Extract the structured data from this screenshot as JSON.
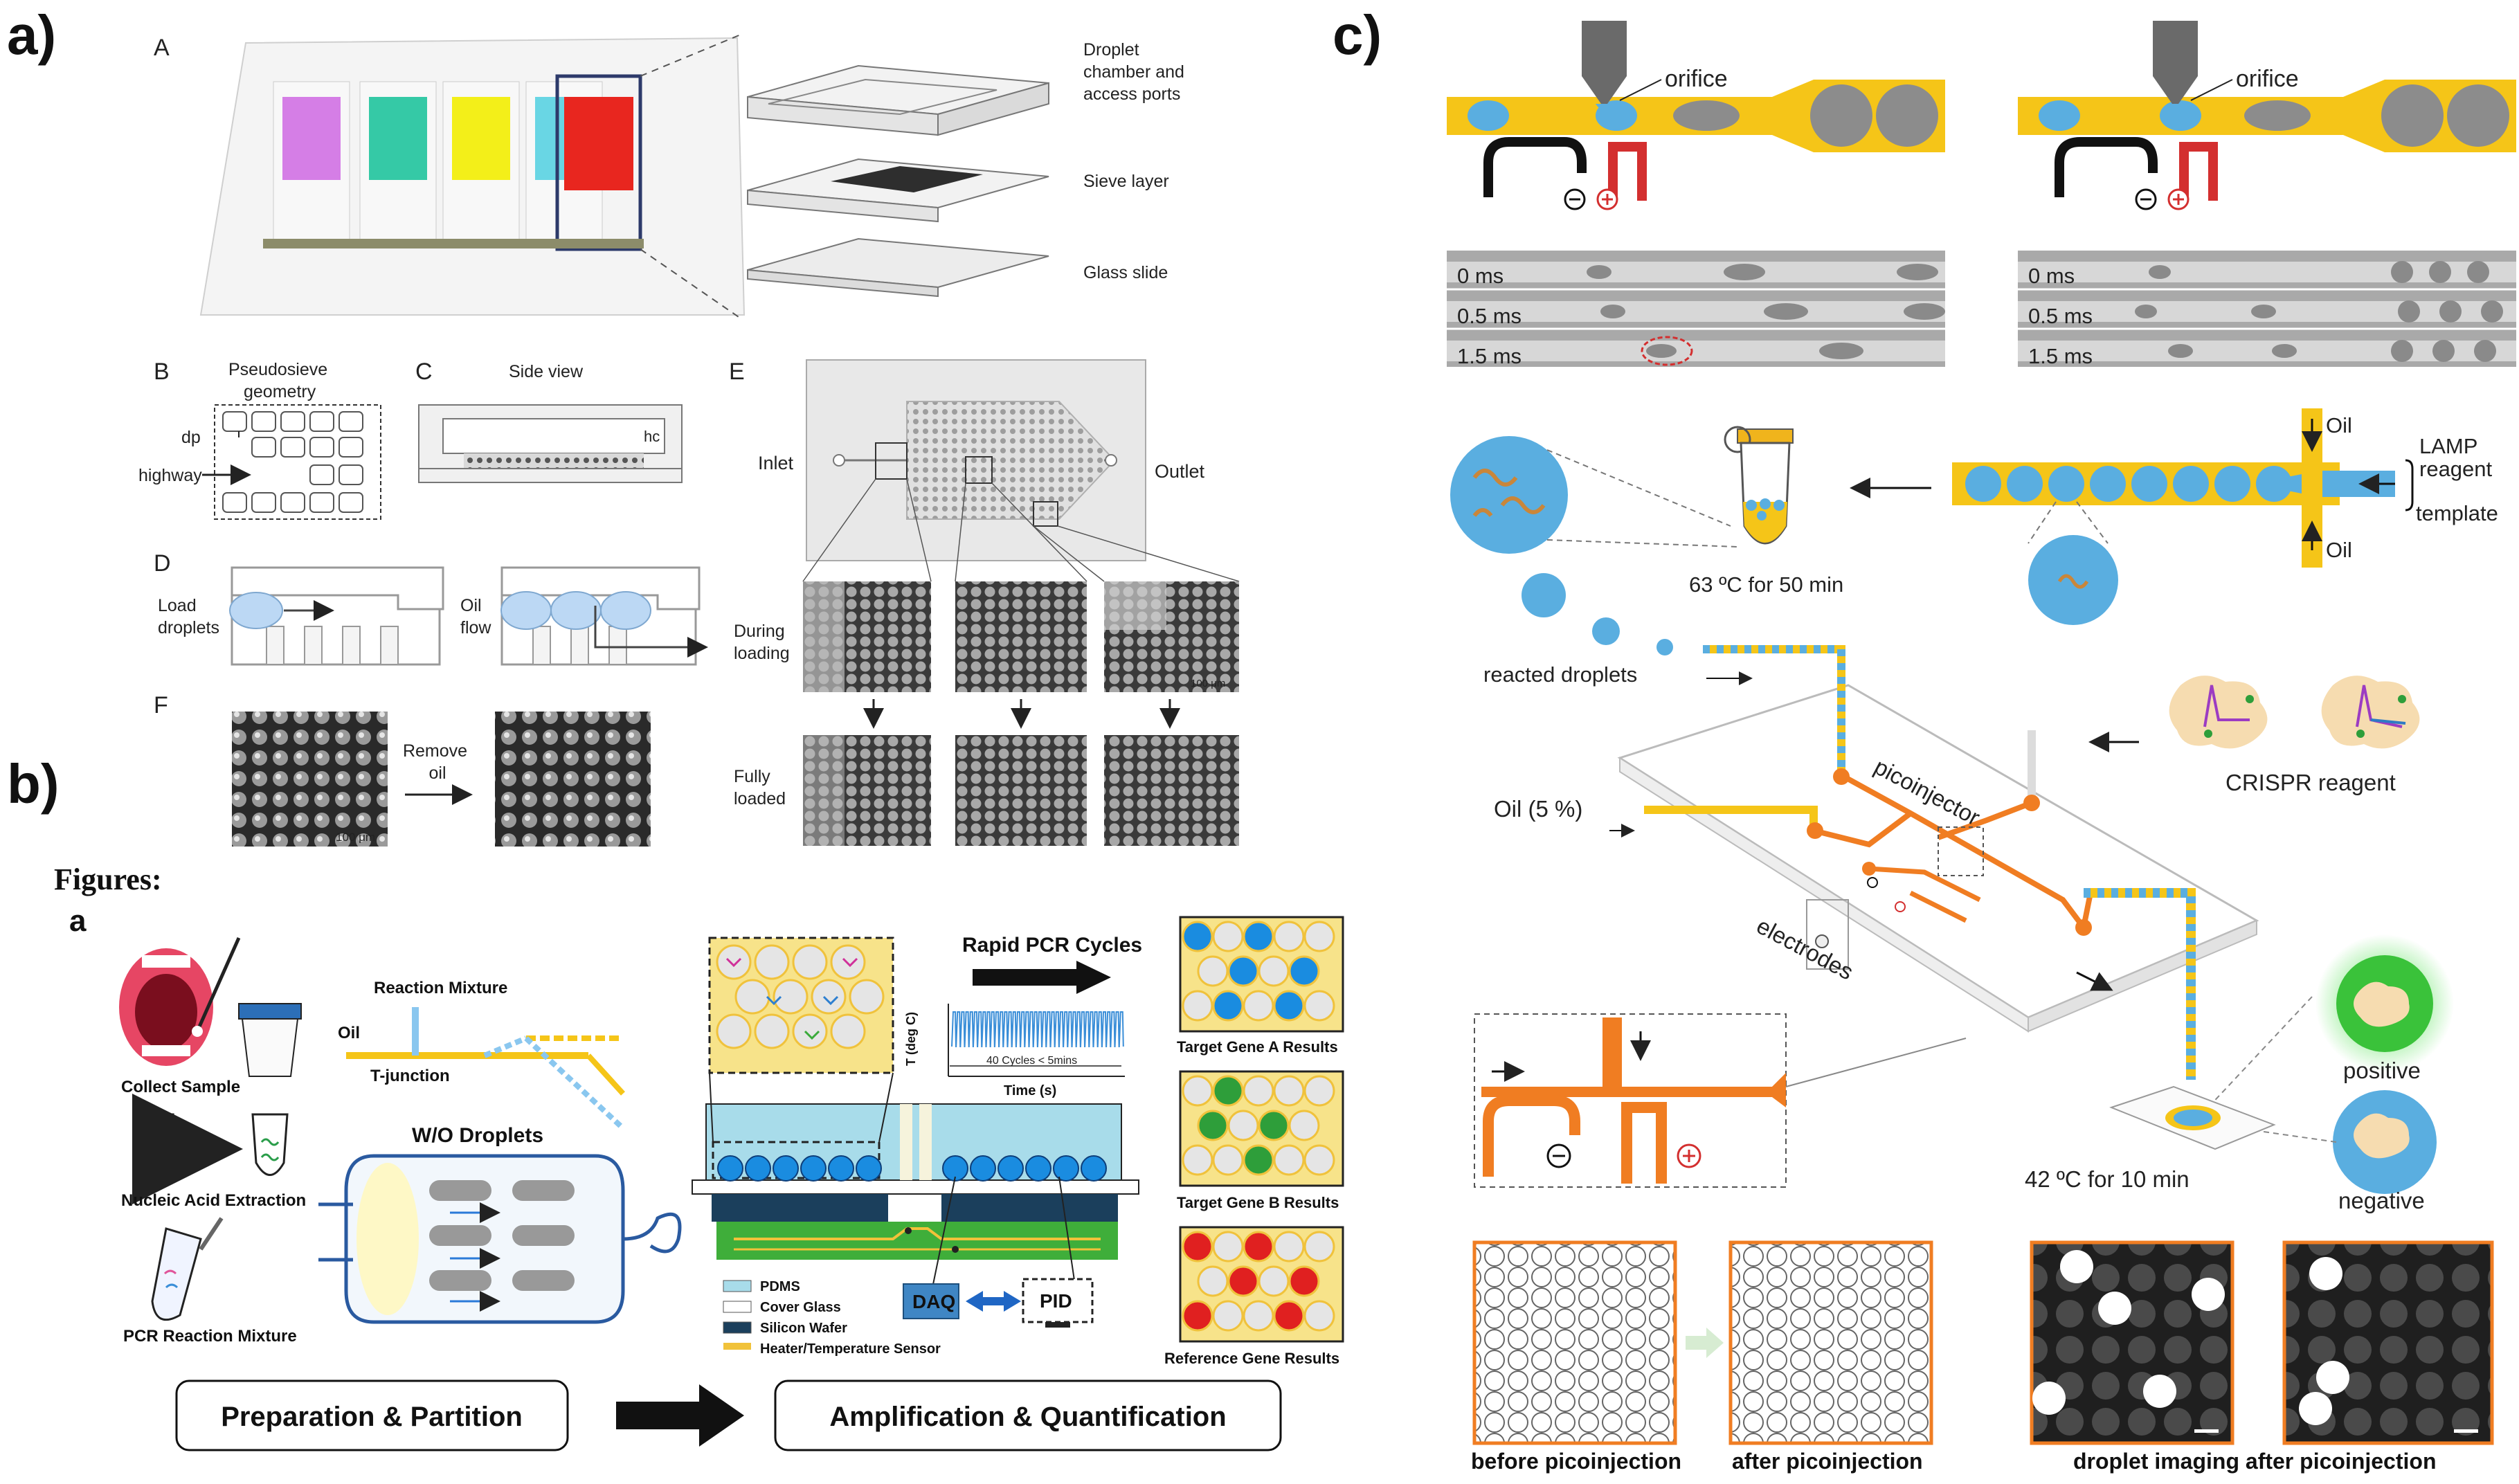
{
  "panel_a": {
    "label": "a)",
    "subA": "A",
    "droplet_chamber": [
      "Droplet",
      "chamber and",
      "access ports"
    ],
    "sieve_layer": "Sieve layer",
    "glass_slide": "Glass slide",
    "subB": "B",
    "pseudosieve": [
      "Pseudosieve",
      "geometry"
    ],
    "dp": "dp",
    "highway": "highway",
    "subC": "C",
    "side_view": "Side view",
    "hc": "hc",
    "subD": "D",
    "load_droplets": [
      "Load",
      "droplets"
    ],
    "oil_flow": [
      "Oil",
      "flow"
    ],
    "subE": "E",
    "inlet": "Inlet",
    "outlet": "Outlet",
    "during_loading": [
      "During",
      "loading"
    ],
    "fully_loaded": [
      "Fully",
      "loaded"
    ],
    "scale_100um": "100 μm",
    "subF": "F",
    "remove_oil": [
      "Remove",
      "oil"
    ],
    "scale_100um_f": "100 μm"
  },
  "panel_b": {
    "label": "b)",
    "figures": "Figures:",
    "sub_a": "a",
    "collect_sample": "Collect Sample",
    "nucleic_acid": "Nucleic Acid Extraction",
    "pcr_mixture": "PCR Reaction Mixture",
    "reaction_mixture": "Reaction Mixture",
    "oil": "Oil",
    "t_junction": "T-junction",
    "wo_droplets": "W/O Droplets",
    "rapid_pcr": "Rapid PCR Cycles",
    "y_axis": "T (deg C)",
    "cycles": "40 Cycles < 5mins",
    "time": "Time (s)",
    "target_a": "Target Gene A Results",
    "target_b": "Target Gene B Results",
    "reference": "Reference Gene Results",
    "legend": [
      "PDMS",
      "Cover Glass",
      "Silicon Wafer",
      "Heater/Temperature Sensor"
    ],
    "daq": "DAQ",
    "pid": "PID",
    "prep_partition": "Preparation & Partition",
    "amp_quant": "Amplification & Quantification"
  },
  "panel_c": {
    "label": "c)",
    "orifice": "orifice",
    "times": [
      "0 ms",
      "0.5 ms",
      "1.5 ms"
    ],
    "oil_top": "Oil",
    "oil_bottom": "Oil",
    "lamp_reagent": [
      "LAMP",
      "reagent"
    ],
    "template": "template",
    "incubation": "63 ºC for 50 min",
    "reacted_droplets": "reacted droplets",
    "picoinjector": "picoinjector",
    "crispr": "CRISPR reagent",
    "oil_5": "Oil (5 %)",
    "electrodes": "electrodes",
    "positive": "positive",
    "negative": "negative",
    "incubation2": "42 ºC for 10 min",
    "before": "before picoinjection",
    "after": "after picoinjection",
    "imaging": "droplet imaging after picoinjection"
  },
  "colors": {
    "yellow": "#f5c518",
    "blue_drop": "#5aaee0",
    "grey_drop": "#8c8c8c",
    "orange": "#f07d22",
    "red": "#d32f2f",
    "green": "#2e9e3a"
  }
}
